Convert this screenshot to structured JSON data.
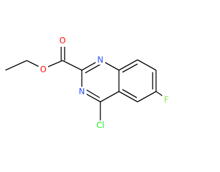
{
  "molecule": {
    "atoms": {
      "o_carbonyl": {
        "symbol": "O",
        "color": "#ff0d0d"
      },
      "o_ester": {
        "symbol": "O",
        "color": "#ff0d0d"
      },
      "n1": {
        "symbol": "N",
        "color": "#3050f8"
      },
      "n3": {
        "symbol": "N",
        "color": "#3050f8"
      },
      "cl": {
        "symbol": "Cl",
        "color": "#1ff01f"
      },
      "f": {
        "symbol": "F",
        "color": "#90e050"
      }
    },
    "bond_color": "#000000"
  }
}
